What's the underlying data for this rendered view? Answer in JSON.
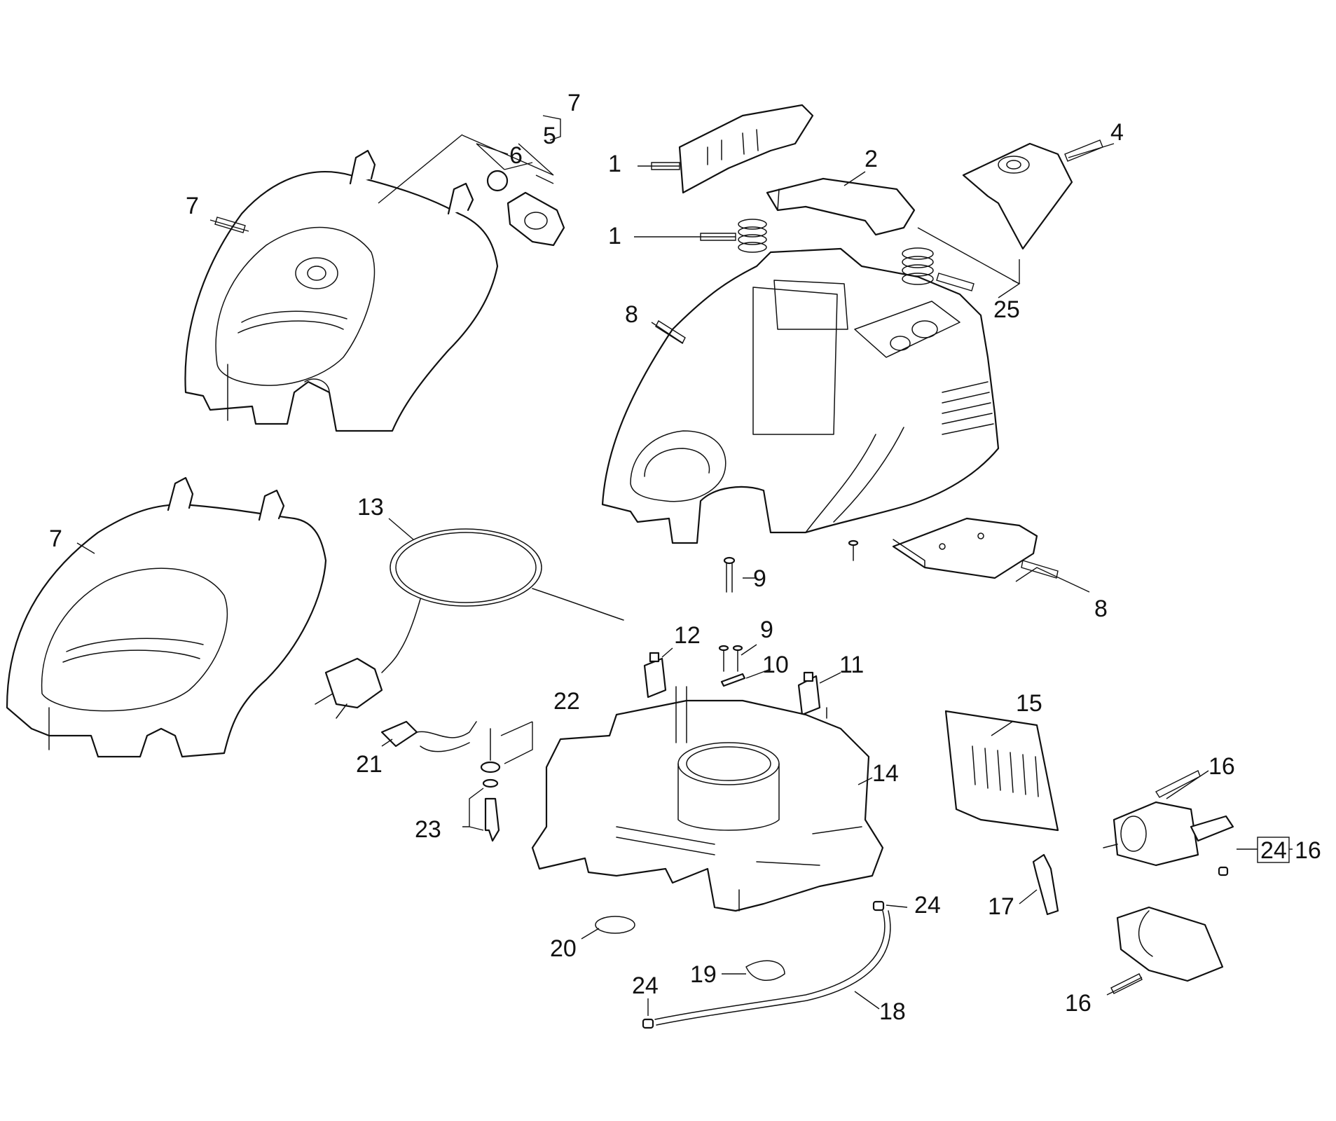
{
  "callouts": {
    "c1a": "1",
    "c1b": "1",
    "c2": "2",
    "c4": "4",
    "c5": "5",
    "c6": "6",
    "c7a": "7",
    "c7b": "7",
    "c7c": "7",
    "c8a": "8",
    "c8b": "8",
    "c9a": "9",
    "c9b": "9",
    "c10": "10",
    "c11": "11",
    "c12": "12",
    "c13": "13",
    "c14": "14",
    "c15": "15",
    "c16a": "16",
    "c16b": "16",
    "c16c": "16",
    "c17": "17",
    "c18": "18",
    "c19": "19",
    "c20": "20",
    "c21": "21",
    "c22": "22",
    "c23": "23",
    "c24a": "24",
    "c24b": "24",
    "c24c": "24",
    "c25": "25"
  }
}
